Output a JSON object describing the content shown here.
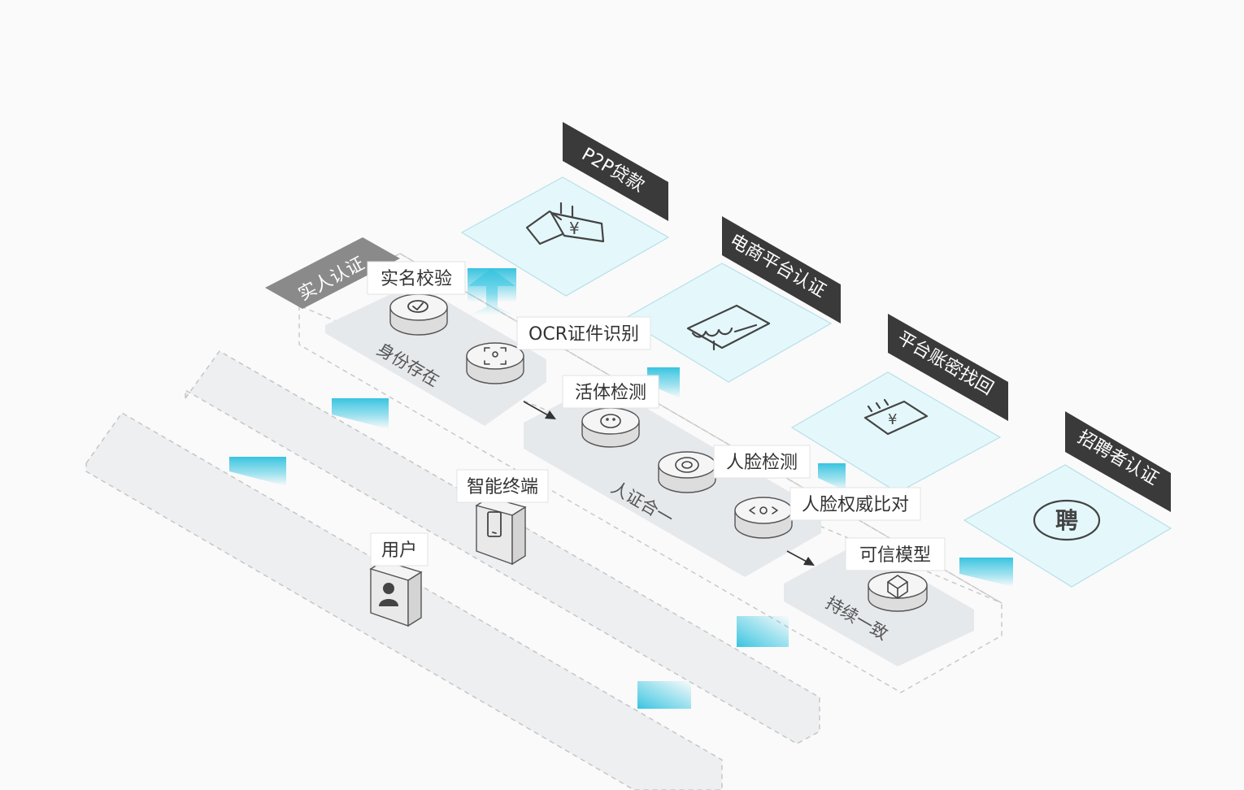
{
  "colors": {
    "background": "#fafafa",
    "lane": "#edeff1",
    "card": "#e4f8fc",
    "tag": "#3a3a3a",
    "group_tag": "#8a8a8a",
    "arrow": "#58cfe6"
  },
  "group": {
    "tag": "实人认证"
  },
  "stages": [
    {
      "name": "身份存在"
    },
    {
      "name": "人证合一"
    },
    {
      "name": "持续一致"
    }
  ],
  "steps": [
    {
      "label": "实名校验",
      "icon": "id-check-icon"
    },
    {
      "label": "OCR证件识别",
      "icon": "ocr-scan-icon"
    },
    {
      "label": "活体检测",
      "icon": "liveness-face-icon"
    },
    {
      "label": "人脸检测",
      "icon": "face-detect-icon"
    },
    {
      "label": "人脸权威比对",
      "icon": "face-compare-icon"
    },
    {
      "label": "可信模型",
      "icon": "cube-model-icon"
    }
  ],
  "actors": [
    {
      "label": "智能终端",
      "icon": "smartphone-icon"
    },
    {
      "label": "用户",
      "icon": "user-icon"
    }
  ],
  "scenarios": [
    {
      "label": "P2P贷款",
      "icon": "loan-tag-icon"
    },
    {
      "label": "电商平台认证",
      "icon": "storefront-icon"
    },
    {
      "label": "平台账密找回",
      "icon": "notebook-icon"
    },
    {
      "label": "招聘者认证",
      "icon": "hire-seal-icon"
    }
  ],
  "seal_char": "聘",
  "yen_char": "¥"
}
